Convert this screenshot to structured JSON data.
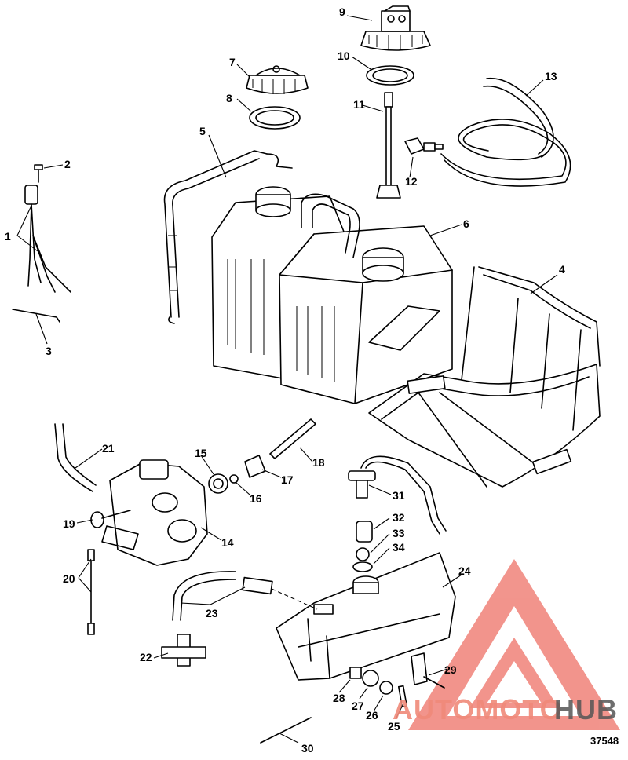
{
  "diagram": {
    "reference_number": "37548",
    "callouts": [
      "1",
      "2",
      "3",
      "4",
      "5",
      "6",
      "7",
      "8",
      "9",
      "10",
      "11",
      "12",
      "13",
      "14",
      "15",
      "16",
      "17",
      "18",
      "19",
      "20",
      "21",
      "22",
      "23",
      "24",
      "25",
      "26",
      "27",
      "28",
      "29",
      "30",
      "31",
      "32",
      "33",
      "34"
    ],
    "watermark": {
      "text_a": "AUTOMOTO",
      "text_b": "HUB",
      "color_a": "#f08a7a",
      "color_b": "#555555",
      "logo_color": "#ef7a70"
    }
  }
}
